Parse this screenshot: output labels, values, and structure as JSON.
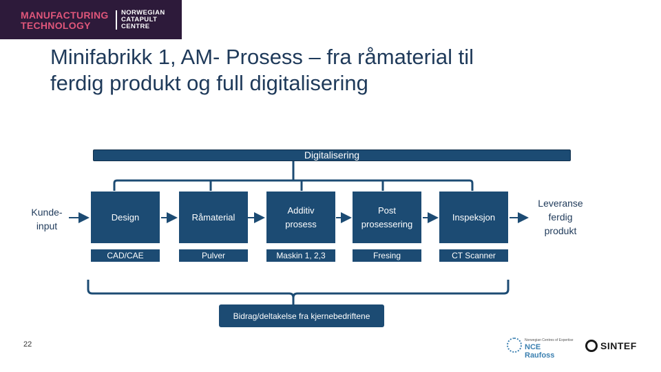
{
  "logo": {
    "mt_line1": "MANUFACTURING",
    "mt_line2": "TECHNOLOGY",
    "ncc_line1": "NORWEGIAN",
    "ncc_line2": "CATAPULT",
    "ncc_line3": "CENTRE"
  },
  "title": {
    "line1": "Minifabrikk 1, AM- Prosess – fra råmaterial til",
    "line2": "ferdig produkt og full digitalisering"
  },
  "banner": "Digitalisering",
  "input_label": "Kunde-\ninput",
  "output_label": "Leveranse\nferdig\nprodukt",
  "steps": [
    {
      "label": "Design",
      "sub": "CAD/CAE"
    },
    {
      "label": "Råmaterial",
      "sub": "Pulver"
    },
    {
      "label": "Additiv\nprosess",
      "sub": "Maskin 1, 2,3"
    },
    {
      "label": "Post\nprosessering",
      "sub": "Fresing"
    },
    {
      "label": "Inspeksjon",
      "sub": "CT Scanner"
    }
  ],
  "contribution": "Bidrag/deltakelse fra kjernebedriftene",
  "page_number": "22",
  "partners": {
    "nce_small": "Norwegian Centres of Expertise",
    "nce": "NCE Raufoss",
    "sintef": "SINTEF"
  },
  "colors": {
    "box": "#1c4b73",
    "title": "#1f3a5a",
    "logo_bg": "#2d1a3a",
    "logo_accent": "#e0567a"
  }
}
